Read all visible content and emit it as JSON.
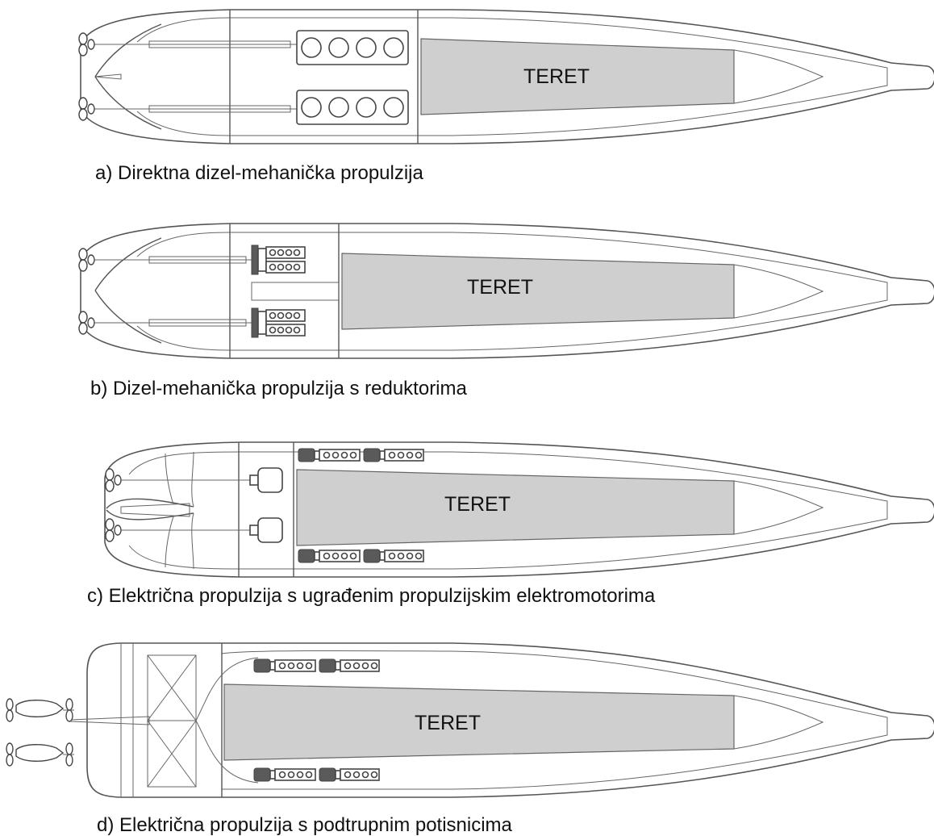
{
  "panels": [
    {
      "id": "a",
      "cargo_label": "TERET",
      "caption": "a) Direktna dizel-mehanička propulzija"
    },
    {
      "id": "b",
      "cargo_label": "TERET",
      "caption": "b) Dizel-mehanička propulzija s reduktorima"
    },
    {
      "id": "c",
      "cargo_label": "TERET",
      "caption": "c) Električna propulzija s ugrađenim propulzijskim elektromotorima"
    },
    {
      "id": "d",
      "cargo_label": "TERET",
      "caption": "d) Električna propulzija s podtrupnim potisnicima"
    }
  ],
  "icons": {
    "propeller": "propeller-icon",
    "engine": "diesel-engine-icon",
    "generator": "generator-icon",
    "motor": "electric-motor-icon",
    "thruster": "azimuth-thruster-icon"
  }
}
